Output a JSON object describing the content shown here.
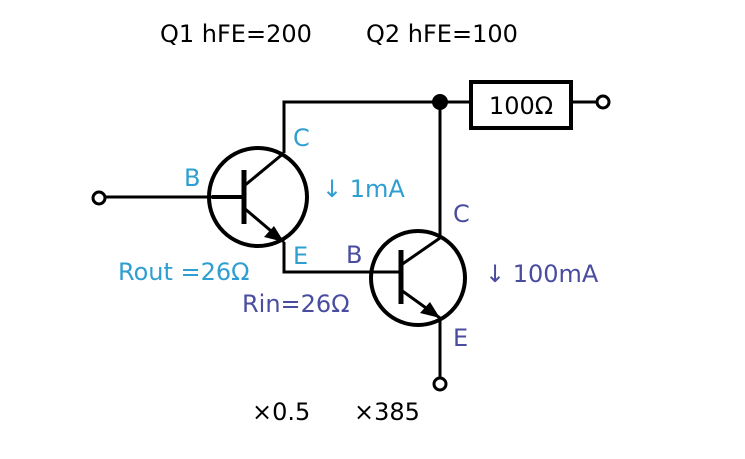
{
  "header": {
    "q1": "Q1 hFE=200",
    "q2": "Q2 hFE=100"
  },
  "resistor": {
    "label": "100Ω"
  },
  "q1": {
    "base": "B",
    "collector": "C",
    "emitter": "E",
    "current": "↓ 1mA",
    "rout": "Rout =26Ω"
  },
  "q2": {
    "base": "B",
    "collector": "C",
    "emitter": "E",
    "current": "↓ 100mA",
    "rin": "Rin=26Ω"
  },
  "gains": {
    "stage1": "×0.5",
    "stage2": "×385"
  },
  "colors": {
    "q1_labels": "#2e9fd0",
    "q2_labels": "#4a4ca0",
    "wire": "#000000"
  }
}
